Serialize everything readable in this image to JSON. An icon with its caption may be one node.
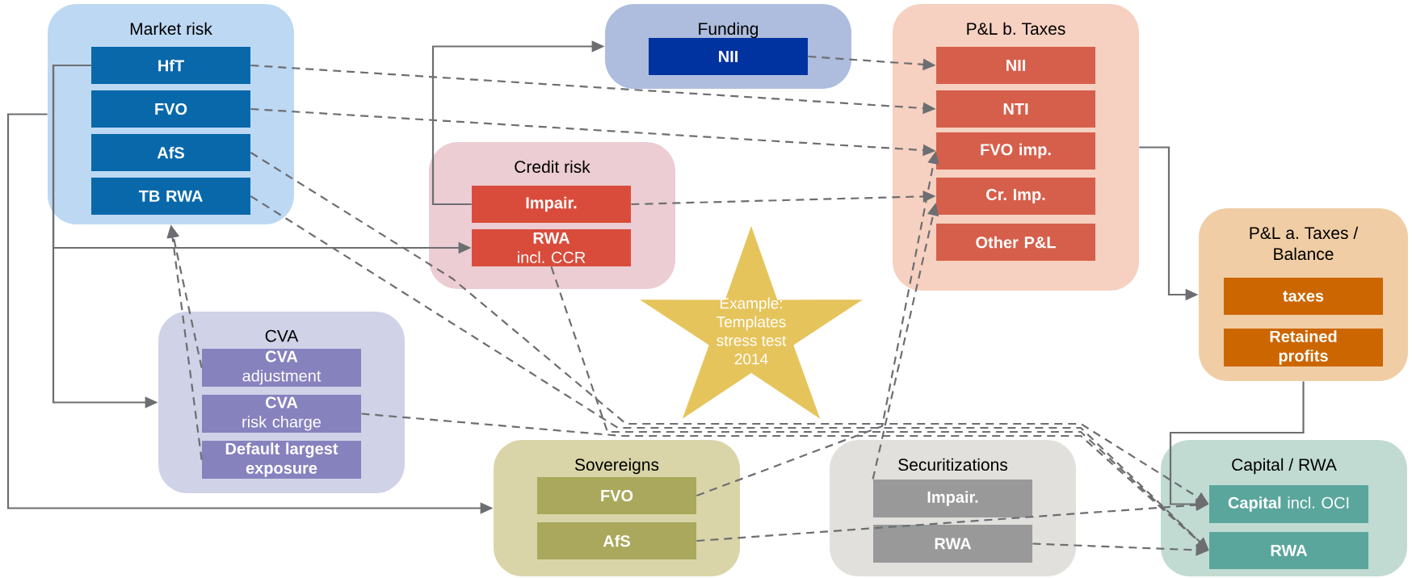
{
  "diagram": {
    "nodes": [
      {
        "text": [
          "Market risk"
        ]
      },
      {
        "text": [
          "HfT"
        ],
        "in": 0
      },
      {
        "text": [
          "FVO"
        ],
        "in": 0
      },
      {
        "text": [
          "AfS"
        ],
        "in": 0
      },
      {
        "text": [
          "TB RWA"
        ],
        "in": 0
      },
      {
        "text": [
          "Funding"
        ]
      },
      {
        "text": [
          "NII"
        ],
        "in": 5
      },
      {
        "text": [
          "P&L b. Taxes"
        ]
      },
      {
        "text": [
          "NII"
        ],
        "in": 7
      },
      {
        "text": [
          "NTI"
        ],
        "in": 7
      },
      {
        "text": [
          "FVO imp."
        ],
        "in": 7
      },
      {
        "text": [
          "Cr. Imp."
        ],
        "in": 7
      },
      {
        "text": [
          "Other P&L"
        ],
        "in": 7
      },
      {
        "text": [
          "Credit risk"
        ]
      },
      {
        "text": [
          "Impair."
        ],
        "in": 13
      },
      {
        "text": [
          "RWA",
          "incl. CCR"
        ],
        "in": 13
      },
      {
        "text": [
          "P&L a. Taxes / Balance"
        ]
      },
      {
        "text": [
          "taxes"
        ],
        "in": 16
      },
      {
        "text": [
          "Retained profits"
        ],
        "in": 16
      },
      {
        "text": [
          "CVA"
        ]
      },
      {
        "text": [
          "CVA",
          "adjustment"
        ],
        "in": 19
      },
      {
        "text": [
          "CVA",
          "risk charge"
        ],
        "in": 19
      },
      {
        "text": [
          "Default largest exposure"
        ],
        "in": 19
      },
      {
        "text": [
          "Example: Templates stress test 2014"
        ]
      },
      {
        "text": [
          "Sovereigns"
        ]
      },
      {
        "text": [
          "FVO"
        ],
        "in": 24
      },
      {
        "text": [
          "AfS"
        ],
        "in": 24
      },
      {
        "text": [
          "Securitizations"
        ]
      },
      {
        "text": [
          "Impair."
        ],
        "in": 27
      },
      {
        "text": [
          "RWA"
        ],
        "in": 27
      },
      {
        "text": [
          "Capital / RWA"
        ]
      },
      {
        "text": [
          "Capital",
          "incl. OCI"
        ],
        "in": 30
      },
      {
        "text": [
          "RWA"
        ],
        "in": 30
      }
    ],
    "edges": [
      {
        "from": 1,
        "to": 15,
        "arrow": "to"
      },
      {
        "from": 1,
        "to": 19,
        "arrow": "to"
      },
      {
        "from": 0,
        "to": 24,
        "arrow": "to"
      },
      {
        "from": 14,
        "to": 5,
        "arrow": "to"
      },
      {
        "from": 7,
        "to": 16,
        "arrow": "to"
      },
      {
        "from": 16,
        "to": 31,
        "arrow": "to"
      },
      {
        "from": 6,
        "to": 8,
        "arrow": "to",
        "style": "dashed"
      },
      {
        "from": 1,
        "to": 9,
        "arrow": "to",
        "style": "dashed"
      },
      {
        "from": 2,
        "to": 10,
        "arrow": "to",
        "style": "dashed"
      },
      {
        "from": 14,
        "to": 11,
        "arrow": "to",
        "style": "dashed"
      },
      {
        "from": 25,
        "to": 10,
        "arrow": "to",
        "style": "dashed"
      },
      {
        "from": 28,
        "to": 11,
        "arrow": "to",
        "style": "dashed"
      },
      {
        "from": 20,
        "to": 0,
        "arrow": "to",
        "style": "dashed"
      },
      {
        "from": 22,
        "to": 0,
        "arrow": "to",
        "style": "dashed"
      },
      {
        "from": 3,
        "to": 31,
        "arrow": "to",
        "style": "dashed"
      },
      {
        "from": 4,
        "to": 32,
        "arrow": "to",
        "style": "dashed"
      },
      {
        "from": 15,
        "to": 32,
        "arrow": "to",
        "style": "dashed"
      },
      {
        "from": 21,
        "to": 32,
        "arrow": "to",
        "style": "dashed"
      },
      {
        "from": 26,
        "to": 31,
        "arrow": "to",
        "style": "dashed"
      },
      {
        "from": 29,
        "to": 32,
        "arrow": "to",
        "style": "dashed"
      }
    ]
  }
}
